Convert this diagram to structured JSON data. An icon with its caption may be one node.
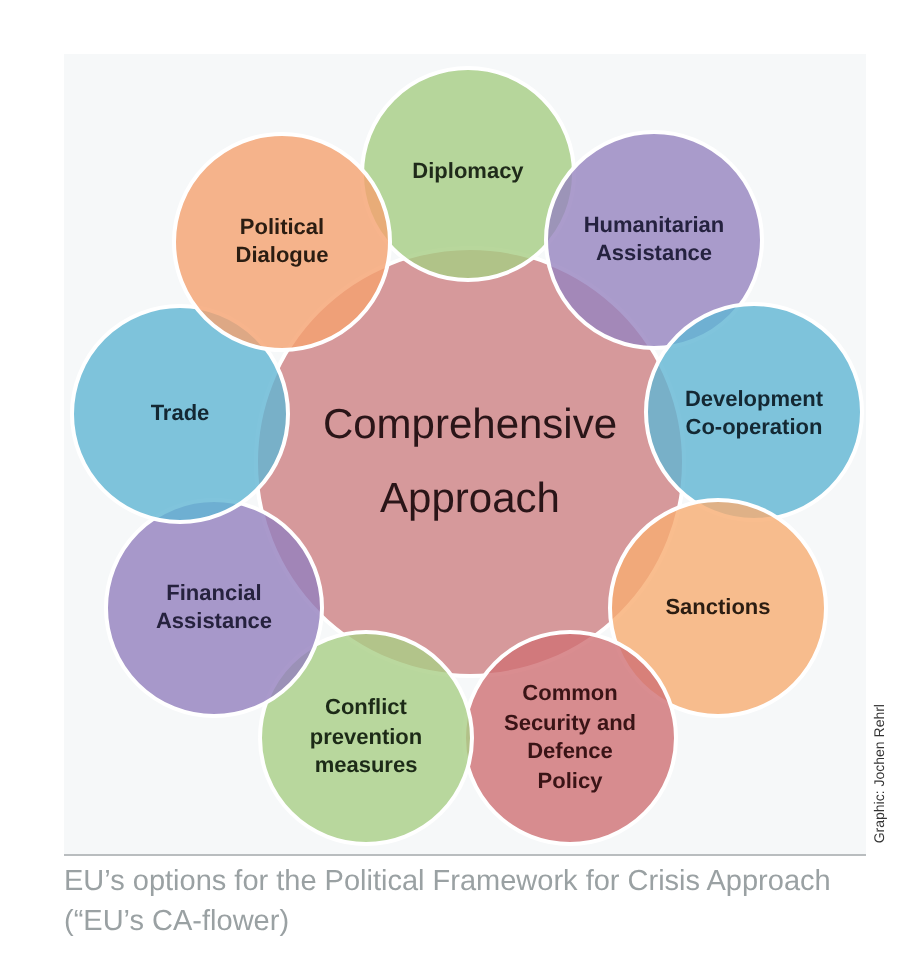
{
  "diagram": {
    "caption": "EU’s options for the Political Framework for Crisis Approach (“EU’s CA-flower)",
    "nodes": [
      {
        "text": [
          "Comprehensive Approach"
        ]
      },
      {
        "text": [
          "Diplomacy"
        ]
      },
      {
        "text": [
          "Humanitarian Assistance"
        ]
      },
      {
        "text": [
          "Development Co-operation"
        ]
      },
      {
        "text": [
          "Sanctions"
        ]
      },
      {
        "text": [
          "Common Security and Defence Policy"
        ]
      },
      {
        "text": [
          "Conflict prevention measures"
        ]
      },
      {
        "text": [
          "Financial Assistance"
        ]
      },
      {
        "text": [
          "Trade"
        ]
      },
      {
        "text": [
          "Political Dialogue"
        ]
      }
    ],
    "labels": [
      "Graphic: Jochen Rehrl"
    ]
  }
}
